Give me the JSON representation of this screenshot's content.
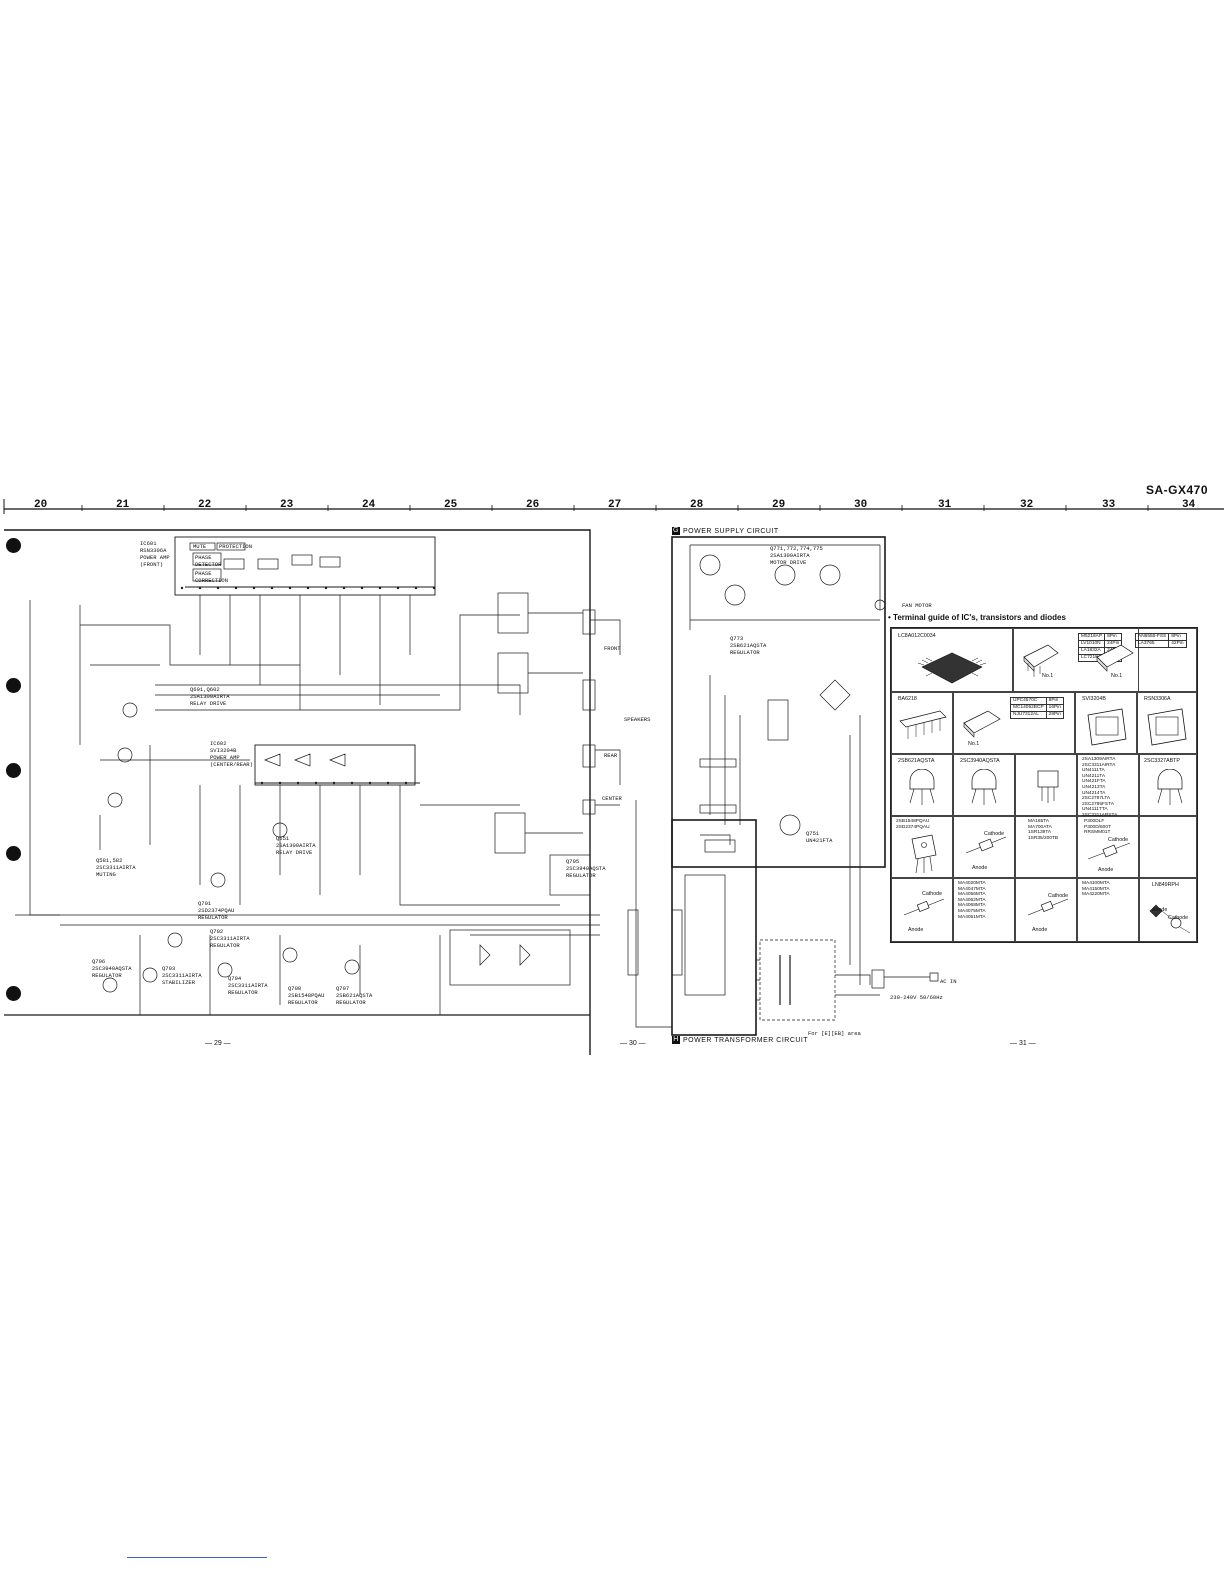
{
  "header": {
    "model": "SA-GX470"
  },
  "grid_numbers": [
    "20",
    "21",
    "22",
    "23",
    "24",
    "25",
    "26",
    "27",
    "28",
    "29",
    "30",
    "31",
    "32",
    "33",
    "34"
  ],
  "sections": {
    "g": {
      "letter": "G",
      "title": "POWER SUPPLY CIRCUIT"
    },
    "h": {
      "letter": "H",
      "title": "POWER TRANSFORMER CIRCUIT"
    }
  },
  "schematic_labels": {
    "ic601": "IC601\nRSN3306A\nPOWER AMP\n(FRONT)",
    "ic602": "IC602\nSVI3204B\nPOWER AMP\n(CENTER/REAR)",
    "mute": "MUTE",
    "protection": "PROTECTION",
    "phase_detector": "PHASE\nDETECTOR",
    "phase_correction": "PHASE\nCORRECTION",
    "front": "FRONT",
    "speakers": "SPEAKERS",
    "rear": "REAR",
    "center": "CENTER",
    "q601": "Q601,Q602\n2SA1309AIRTA\nRELAY DRIVE",
    "q581": "Q581,582\n2SC3311AIRTA\nMUTING",
    "q651": "Q651\n2SA1309AIRTA\nRELAY DRIVE",
    "q701": "Q701\n2SD2374PQAU\nREGULATOR",
    "q702": "Q702\n2SC3311AIRTA\nREGULATOR",
    "q703": "Q703\n2SC3311AIRTA\nSTABILIZER",
    "q704": "Q704\n2SC3311AIRTA\nREGULATOR",
    "q705": "Q705\n2SC3940AQSTA\nREGULATOR",
    "q706": "Q706\n2SC3940AQSTA\nREGULATOR",
    "q707": "Q707\n2SB621AQSTA\nREGULATOR",
    "q708": "Q708\n2SB1548PQAU\nREGULATOR",
    "q771": "Q771,772,774,775\n2SA1309AIRTA\nMOTOR DRIVE",
    "q773": "Q773\n2SB621AQSTA\nREGULATOR",
    "q751": "Q751\nUN421FTA",
    "fan_motor": "FAN MOTOR",
    "ac_in": "AC IN",
    "ac_rating": "230-240V 50/60Hz",
    "fuse_note": "For [E][EB] area"
  },
  "page_numbers": [
    "— 29 —",
    "— 30 —",
    "— 31 —"
  ],
  "terminal_guide": {
    "title": "• Terminal guide of IC's, transistors and diodes",
    "cells": {
      "c1_title": "LC8A012C0034",
      "c2_table": [
        [
          "M5218AP",
          "8Pin"
        ],
        [
          "LV1010N",
          "24Pin"
        ],
        [
          "LA1832A",
          "24Pin"
        ],
        [
          "LC7218",
          "24Pin"
        ]
      ],
      "c2_note": "No.1",
      "c3_table": [
        [
          "AN6556-FSS",
          "8Pin"
        ],
        [
          "LA3765",
          "42Pin"
        ]
      ],
      "c3_note": "No.1",
      "c4_title": "BA6218",
      "c5_table": [
        [
          "UPC4570C",
          "8Pin"
        ],
        [
          "MC14052BCP",
          "16Pin"
        ],
        [
          "NJU7312AL",
          "28Pin"
        ]
      ],
      "c5_note": "No.1",
      "c6_title": "SVI3204B",
      "c7_title": "RSN3306A",
      "c8_title": "2SB621AQSTA",
      "c9_title": "2SC3940AQSTA",
      "c10_list": "2SA1309AIRTA\n2SC3311AIRTA\nUN4111TA\nUN4211TA\nUN421FTA\nUN4213TA\nUN4214TA\n2SC2787LTA\n2SC2785FSTA\nUN4111TTA\n2SC3311ARSTA",
      "c11_title": "2SC3327ABTP",
      "c12_list": "2SB1548PQAU\n2SD2374PQAU",
      "c13_list": "MA165TA\nMA700ATA\n1SR139TA\n1SR35/200TB",
      "c13_labels": {
        "cathode": "Cathode",
        "anode": "Anode"
      },
      "c14_list": "P300DLF\nP300D/600T\nRRSMM01T",
      "c14_labels": {
        "cathode": "Cathode",
        "anode": "Anode"
      },
      "c15_list": "MA4020MTA\nMA4047MTA\nMA4056MTA\nMA4062MTA\nMA4068MTA\nMA4075MTA\nMA4051MTA",
      "c15_labels": {
        "cathode": "Cathode",
        "anode": "Anode"
      },
      "c16_list": "MA4100MTA\nMA4150MTA\nMA4220MTA",
      "c16_labels": {
        "cathode": "Cathode",
        "anode": "Anode"
      },
      "c17_title": "LN849RPH",
      "c17_labels": {
        "cathode": "Cathode",
        "anode": "Anode"
      }
    }
  }
}
